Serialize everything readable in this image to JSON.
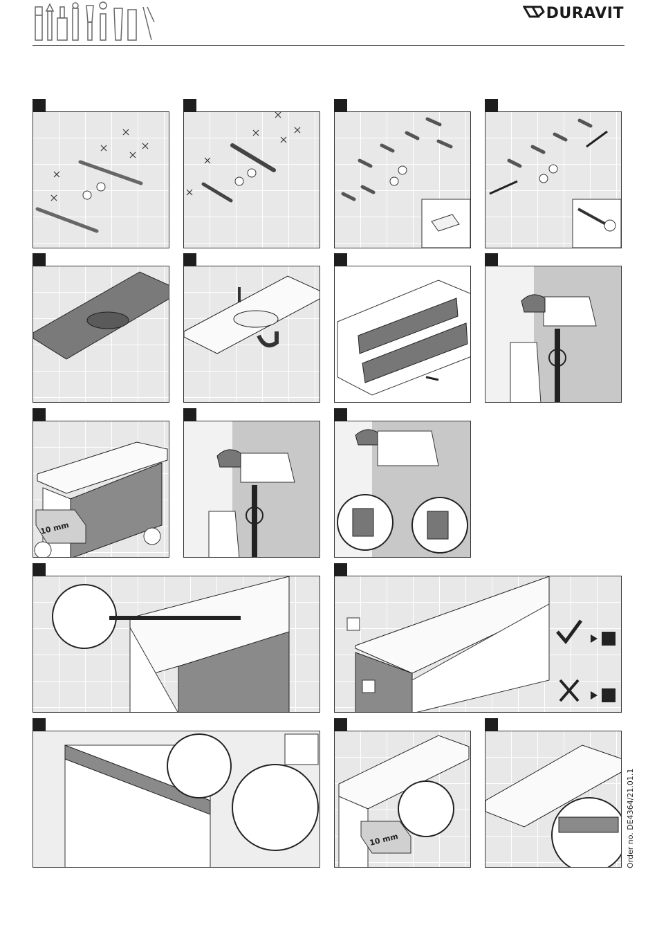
{
  "brand": {
    "name": "DURAVIT"
  },
  "footer": {
    "order_number": "Order no. DE4364/21.01.1"
  },
  "inset_labels": {
    "spacer": "10 mm"
  }
}
